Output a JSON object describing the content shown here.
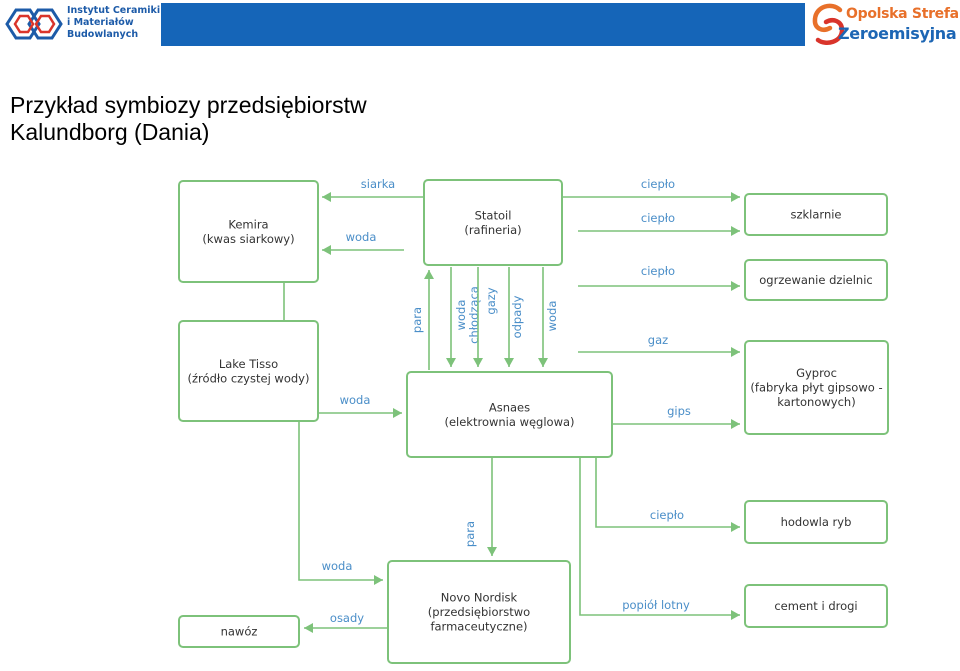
{
  "header": {
    "logo_left": {
      "lines": [
        "Instytut Ceramiki",
        "i Materiałów",
        "Budowlanych"
      ]
    },
    "logo_right": {
      "line1": "Opolska Strefa",
      "line2": "Zeroemisyjna"
    },
    "colors": {
      "bar": "#1565b8",
      "logo_blue": "#1d5ba8",
      "logo_orange": "#e8702a",
      "logo_red": "#d9342b"
    }
  },
  "title": {
    "line1": "Przykład symbiozy przedsiębiorstw",
    "line2": "Kalundborg (Dania)"
  },
  "diagram": {
    "colors": {
      "box_stroke": "#7dc27a",
      "arrow": "#7dc27a",
      "label": "#4a8ec8",
      "text": "#333333"
    },
    "nodes": [
      {
        "id": "kemira",
        "lines": [
          "Kemira",
          "(kwas siarkowy)"
        ]
      },
      {
        "id": "statoil",
        "lines": [
          "Statoil",
          "(rafineria)"
        ]
      },
      {
        "id": "lake-tisso",
        "lines": [
          "Lake Tisso",
          "(źródło czystej wody)"
        ]
      },
      {
        "id": "asnaes",
        "lines": [
          "Asnaes",
          "(elektrownia węglowa)"
        ]
      },
      {
        "id": "novo-nordisk",
        "lines": [
          "Novo Nordisk",
          "(przedsiębiorstwo",
          "farmaceutyczne)"
        ]
      },
      {
        "id": "szklarnie",
        "lines": [
          "szklarnie"
        ]
      },
      {
        "id": "ogrzewanie",
        "lines": [
          "ogrzewanie dzielnic"
        ]
      },
      {
        "id": "gyproc",
        "lines": [
          "Gyproc",
          "(fabryka płyt gipsowo -",
          "kartonowych)"
        ]
      },
      {
        "id": "hodowla",
        "lines": [
          "hodowla ryb"
        ]
      },
      {
        "id": "cement",
        "lines": [
          "cement i drogi"
        ]
      },
      {
        "id": "nawoz",
        "lines": [
          "nawóz"
        ]
      }
    ],
    "flows": [
      {
        "id": "statoil-kemira-siarka",
        "label": "siarka"
      },
      {
        "id": "statoil-kemira-woda",
        "label": "woda"
      },
      {
        "id": "statoil-cieplo-1",
        "label": "ciepło"
      },
      {
        "id": "statoil-szklarnie-cieplo",
        "label": "ciepło"
      },
      {
        "id": "asnaes-ogrzewanie-cieplo",
        "label": "ciepło"
      },
      {
        "id": "asnaes-gyproc-gaz",
        "label": "gaz"
      },
      {
        "id": "asnaes-gyproc-gips",
        "label": "gips"
      },
      {
        "id": "asnaes-statoil-para",
        "label": "para"
      },
      {
        "id": "statoil-asnaes-woda-chlodzaca",
        "label": "woda chłodząca"
      },
      {
        "id": "statoil-asnaes-gazy",
        "label": "gazy"
      },
      {
        "id": "statoil-asnaes-odpady",
        "label": "odpady"
      },
      {
        "id": "statoil-asnaes-woda",
        "label": "woda"
      },
      {
        "id": "lake-asnaes-woda",
        "label": "woda"
      },
      {
        "id": "asnaes-hodowla-cieplo",
        "label": "ciepło"
      },
      {
        "id": "asnaes-novo-para",
        "label": "para"
      },
      {
        "id": "lake-novo-woda",
        "label": "woda"
      },
      {
        "id": "asnaes-cement-popiol",
        "label": "popiół lotny"
      },
      {
        "id": "novo-nawoz-osady",
        "label": "osady"
      }
    ]
  }
}
